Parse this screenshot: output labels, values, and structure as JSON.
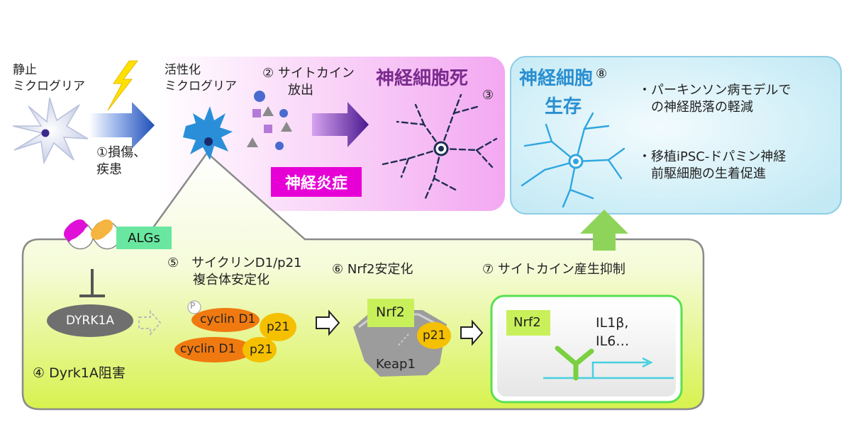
{
  "colors": {
    "inflammation_panel": "#f3a8f1",
    "survival_panel": "#c7ecf5",
    "inflammation_tag": "#e600d6",
    "neuron_dark": "#1d2e52",
    "neuron_light": "#2ea6e0",
    "arrow_purple": "#7a3bc0",
    "arrow_blue": "#3a6bd6",
    "up_arrow_green": "#8fd45a",
    "nrf2_green": "#c8f05a",
    "cyclin_orange": "#f07a10",
    "p21_yellow": "#f5c000",
    "dyrk1a_gray": "#6f6f6f",
    "algs_green": "#69e7a0",
    "capsule_magenta": "#e010d8",
    "capsule_orange": "#f5b540",
    "title_purple": "#7a2b8e",
    "title_blue": "#2a8fd0"
  },
  "icons": {
    "lightning": "lightning-bolt-icon",
    "capsule": "capsule-icon",
    "resting_microglia": "resting-microglia-icon",
    "active_microglia": "active-microglia-icon",
    "dying_neuron": "dying-neuron-icon",
    "living_neuron": "living-neuron-icon"
  },
  "labels": {
    "resting_microglia": "静止\nミクログリア",
    "injury": "①損傷、\n疾患",
    "active_microglia": "活性化\nミクログリア",
    "cytokine_release": "② サイトカイン\n　　放出",
    "neuron_death_title": "神経細胞死",
    "neuron_death_num": "③",
    "inflammation": "神経炎症",
    "survival_title": "神経細胞",
    "survival_num": "⑧",
    "survival_title2": "生存",
    "benefit1": "・パーキンソン病モデルで\n　の神経脱落の軽減",
    "benefit2": "・移植iPSC-ドパミン神経\n　前駆細胞の生着促進",
    "algs": "ALGs",
    "dyrk1a": "DYRK1A",
    "dyrk1a_inhibition": "④ Dyrk1A阻害",
    "step5": "⑤　サイクリンD1/p21\n　　複合体安定化",
    "step6": "⑥ Nrf2安定化",
    "step7": "⑦ サイトカイン産生抑制",
    "p_marker": "P",
    "cyclin1": "cyclin D1",
    "p21_a": "p21",
    "cyclin2": "cyclin D1",
    "p21_b": "p21",
    "nrf2_a": "Nrf2",
    "p21_c": "p21",
    "keap1": "Keap1",
    "nrf2_b": "Nrf2",
    "il": "IL1β,\nIL6…"
  }
}
